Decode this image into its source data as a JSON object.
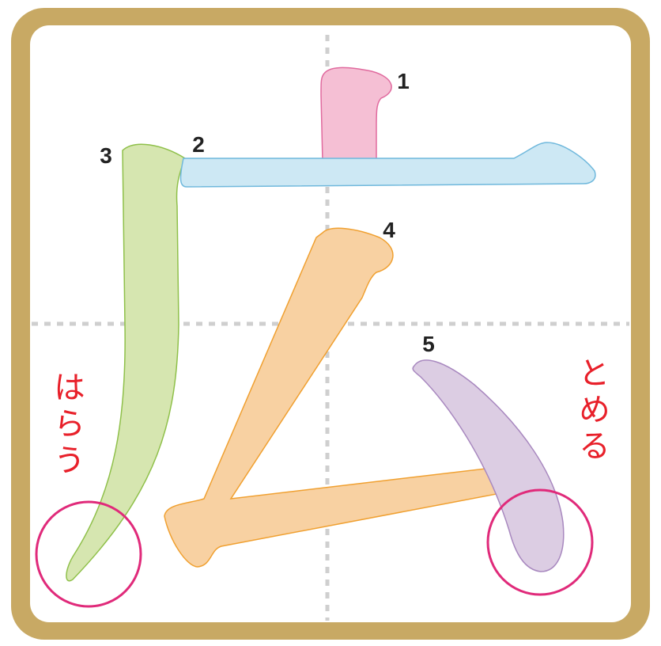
{
  "character": "広",
  "stroke_numbers": [
    "1",
    "2",
    "3",
    "4",
    "5"
  ],
  "notes": {
    "harau": "はらう",
    "tomeru": "とめる"
  },
  "colors": {
    "frame": "#c8a964",
    "guide": "#cfcfcf",
    "note_text": "#e8202a",
    "highlight_circle": "#e02a7a",
    "stroke1": "#f5bfd4",
    "stroke2": "#cde8f4",
    "stroke3": "#d6e6b0",
    "stroke4": "#f8d1a2",
    "stroke5": "#dccde3"
  }
}
